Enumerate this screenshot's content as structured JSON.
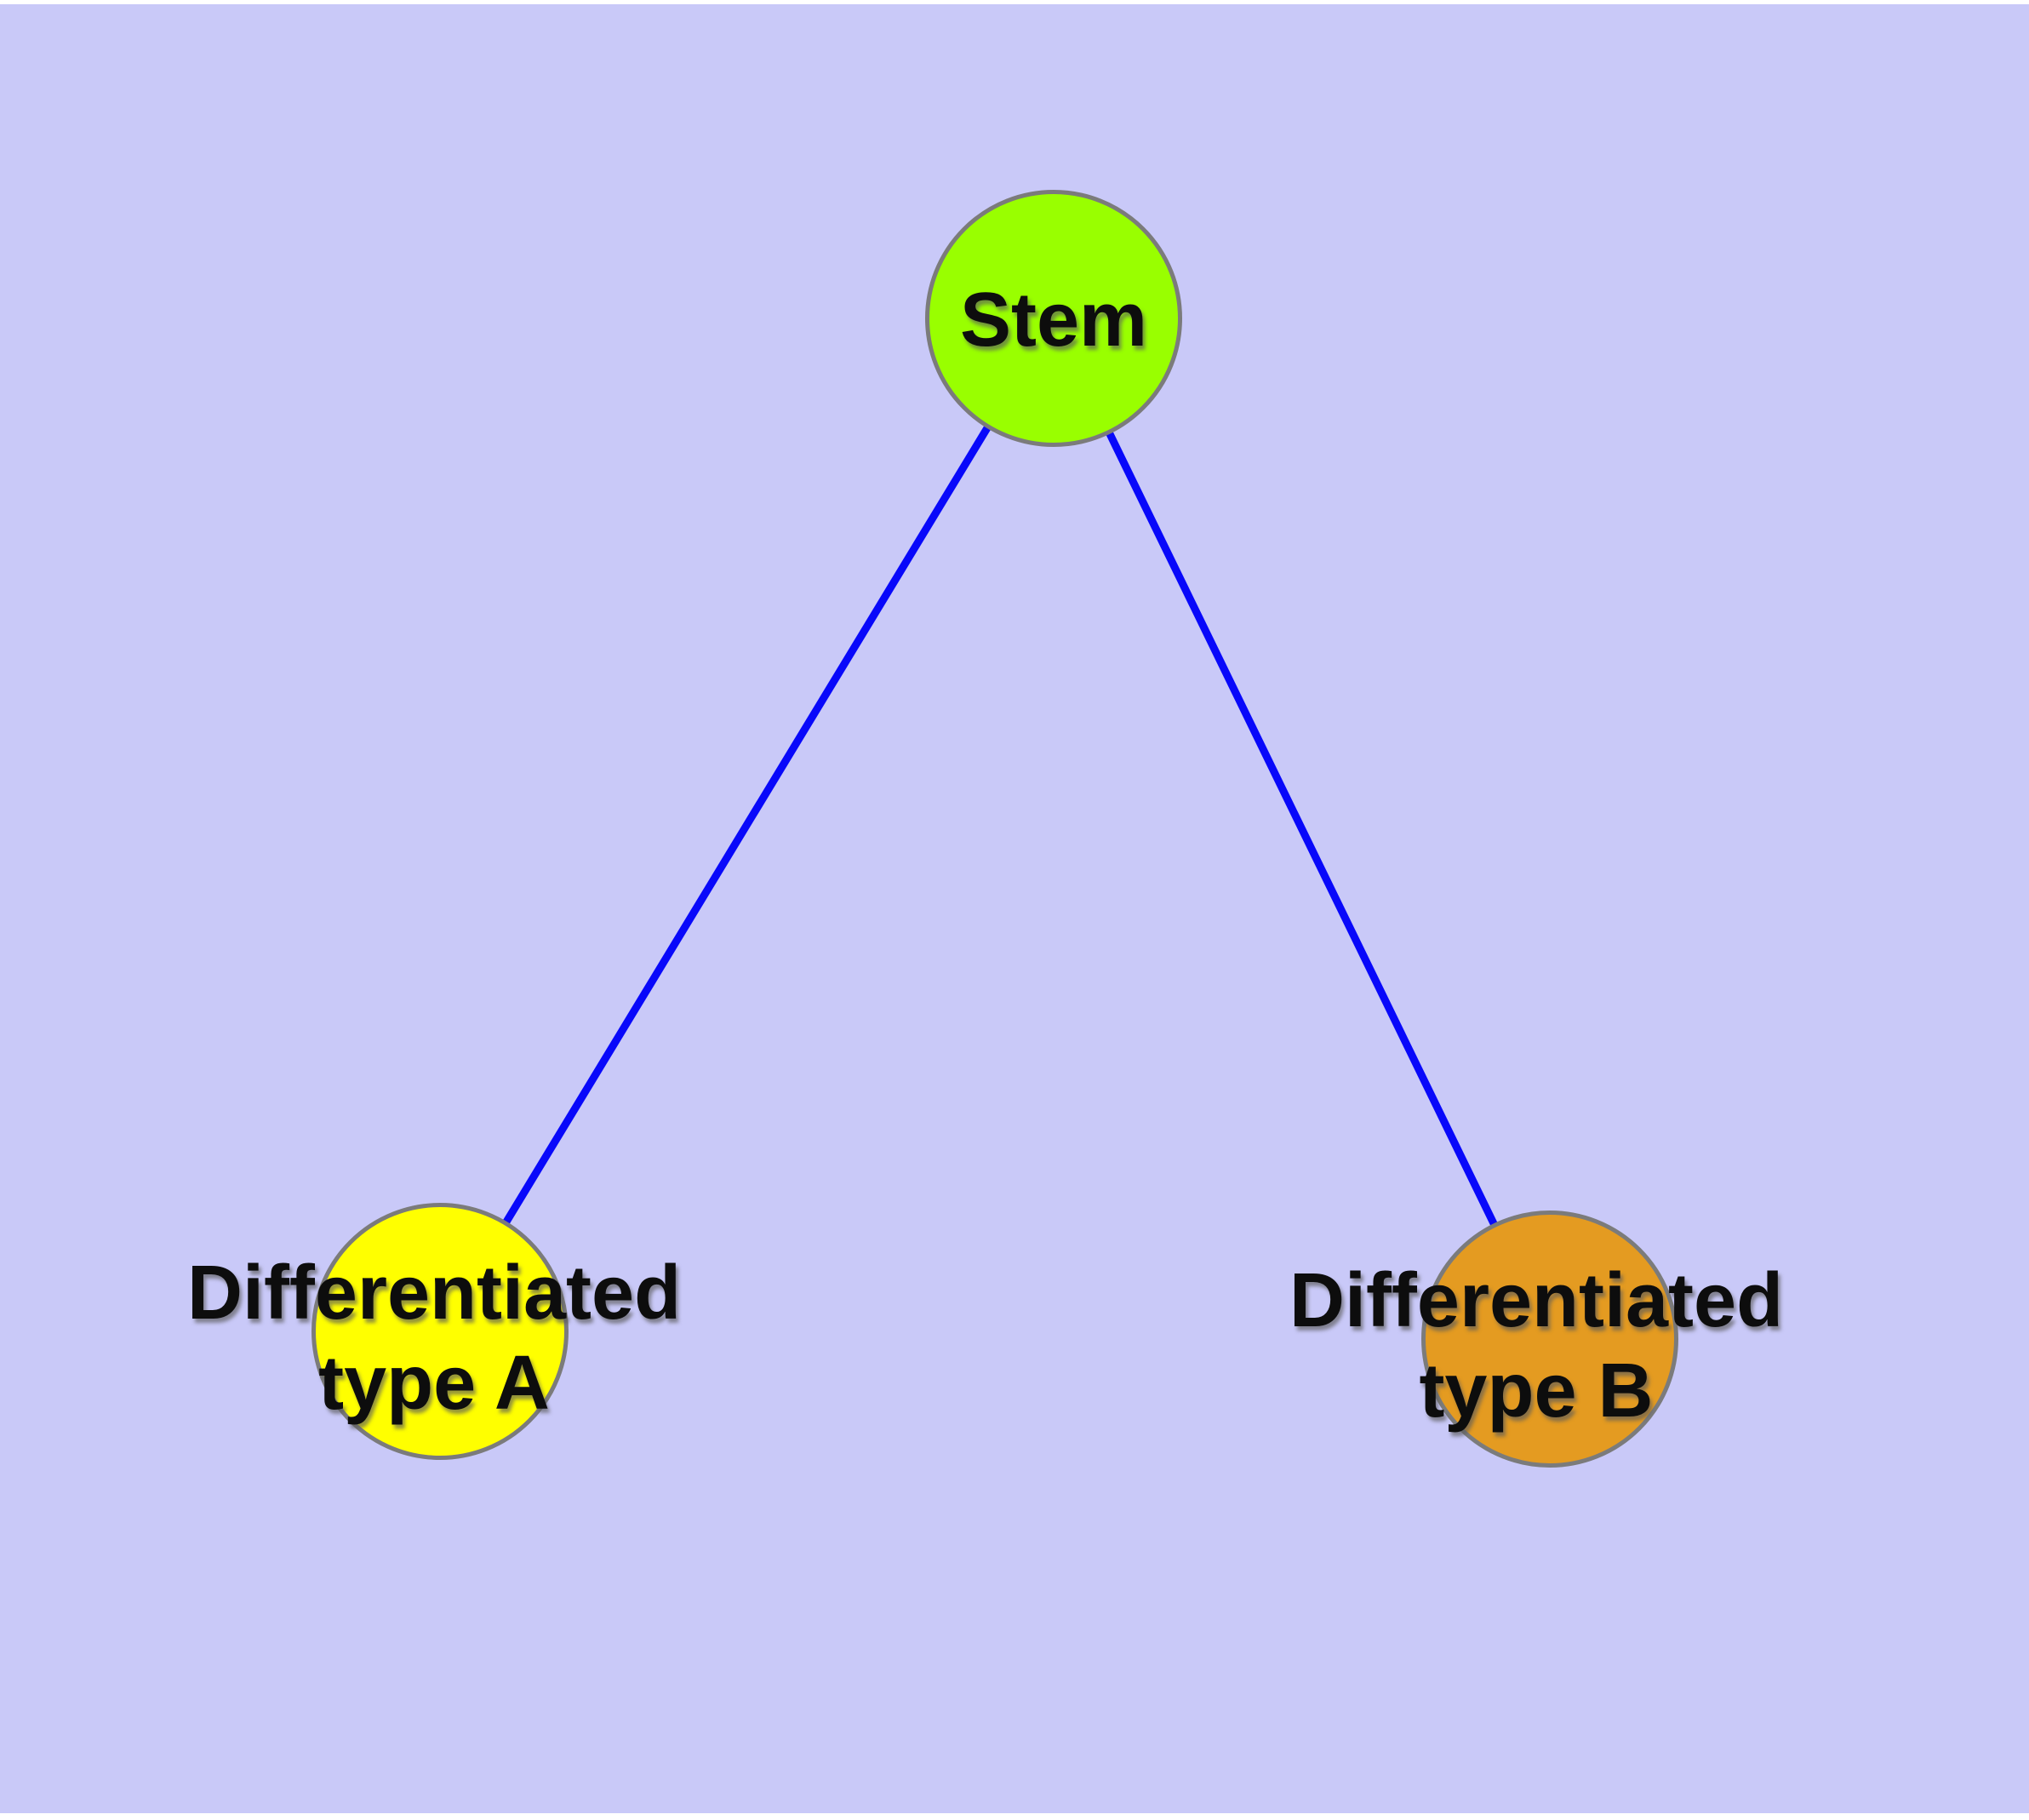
{
  "diagram": {
    "type": "node-link-graph",
    "background_color": "#c9c9f8",
    "margin_color": "#ffffff",
    "edge_color": "#0808fa",
    "node_border_color": "#7b7b7b",
    "label_color": "#0d0d0d",
    "nodes": [
      {
        "id": "stem",
        "label": "Stem",
        "fill": "#99ff00",
        "shape": "circle"
      },
      {
        "id": "type-a",
        "label": "Differentiated\ntype A",
        "fill": "#ffff00",
        "shape": "circle"
      },
      {
        "id": "type-b",
        "label": "Differentiated\ntype B",
        "fill": "#e49b21",
        "shape": "circle"
      }
    ],
    "edges": [
      {
        "from": "Stem",
        "to": "Differentiated type A"
      },
      {
        "from": "Stem",
        "to": "Differentiated type B"
      }
    ]
  }
}
